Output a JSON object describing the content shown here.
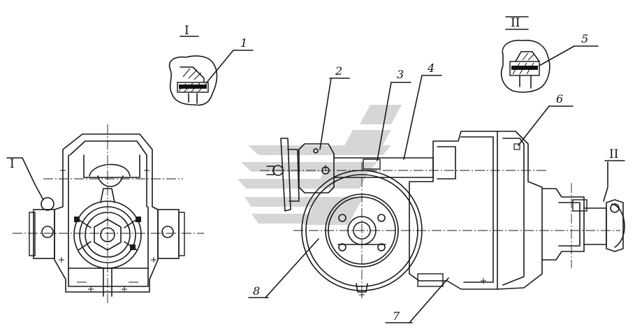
{
  "section_marks": {
    "detail_I": "I",
    "detail_II": "II",
    "left_view_I": "I",
    "right_view_II": "II"
  },
  "callouts": [
    "1",
    "2",
    "3",
    "4",
    "5",
    "6",
    "7",
    "8"
  ],
  "colors": {
    "ink": "#1a1a1a",
    "watermark": "#c8c8c8",
    "background": "#ffffff"
  }
}
